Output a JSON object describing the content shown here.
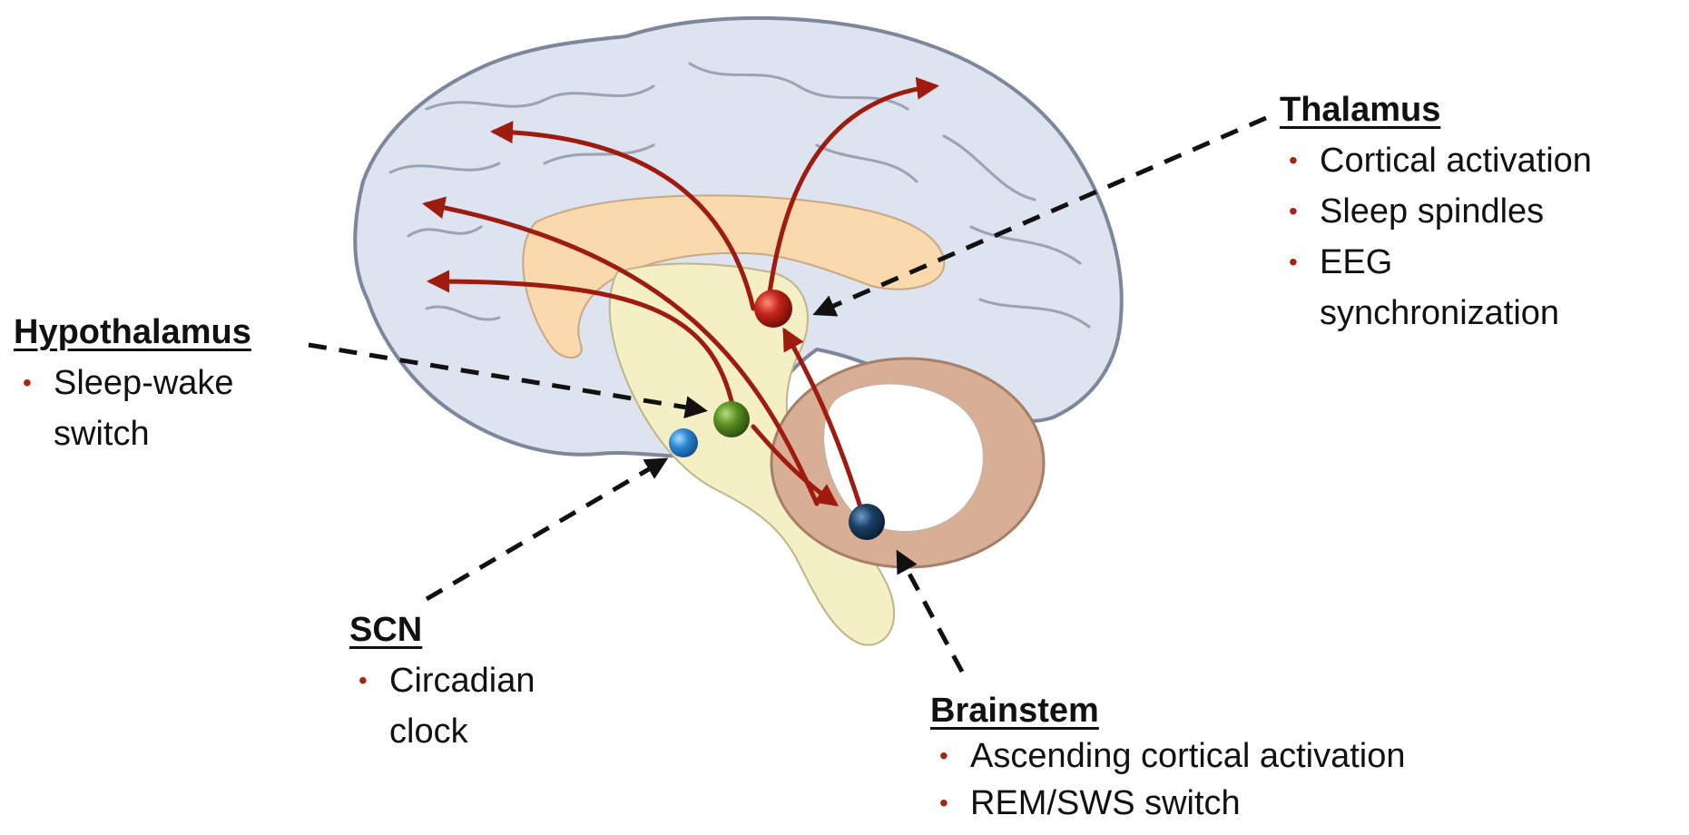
{
  "diagram": {
    "colors": {
      "arrow": "#9e1b0f",
      "cortex": "#dde3ef",
      "cortex_outline": "#7c879b",
      "limbic": "#f9d9ad",
      "brainstem": "#f5efc6",
      "cerebellum_white": "#ffffff",
      "cerebellum_outer": "#d8ae95",
      "thalamus_node": "#b01e12",
      "hypothalamus_node": "#4f7d1c",
      "scn_node": "#2e86d6",
      "brainstem_node": "#1a3f66",
      "bullet": "#a42514"
    },
    "regions": [
      {
        "id": "thalamus",
        "title": "Thalamus",
        "items": [
          "Cortical activation",
          "Sleep spindles",
          "EEG\nsynchronization"
        ]
      },
      {
        "id": "hypothalamus",
        "title": "Hypothalamus",
        "items": [
          "Sleep-wake\nswitch"
        ]
      },
      {
        "id": "scn",
        "title": "SCN",
        "items": [
          "Circadian\nclock"
        ]
      },
      {
        "id": "brainstem",
        "title": "Brainstem",
        "items": [
          "Ascending cortical activation",
          "REM/SWS switch"
        ]
      }
    ],
    "bullet_symbol": "•"
  }
}
